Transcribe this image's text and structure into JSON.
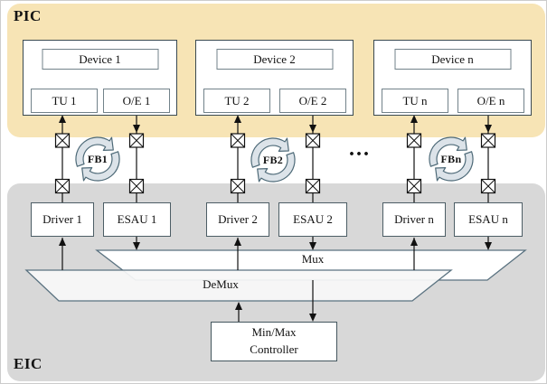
{
  "diagram": {
    "pic_label": "PIC",
    "eic_label": "EIC",
    "ellipsis": "...",
    "mux_label": "Mux",
    "demux_label": "DeMux",
    "controller_line1": "Min/Max",
    "controller_line2": "Controller",
    "channels": [
      {
        "device": "Device 1",
        "tu": "TU 1",
        "oe": "O/E 1",
        "fb": "FB1",
        "driver": "Driver 1",
        "esau": "ESAU 1"
      },
      {
        "device": "Device 2",
        "tu": "TU 2",
        "oe": "O/E 2",
        "fb": "FB2",
        "driver": "Driver 2",
        "esau": "ESAU 2"
      },
      {
        "device": "Device n",
        "tu": "TU n",
        "oe": "O/E n",
        "fb": "FBn",
        "driver": "Driver n",
        "esau": "ESAU n"
      }
    ],
    "colors": {
      "pic_bg": "#F7E4B5",
      "eic_bg": "#D8D8D8",
      "block_border": "#3A4A52",
      "box_border": "#72828A",
      "eic_box_border": "#4C5D65",
      "line": "#111111",
      "trapezoid_stroke": "#5A7280",
      "mux_fill": "#FFFFFF",
      "demux_fill": "#F7F8F8",
      "fb_fill": "#DCE3E9",
      "fb_stroke": "#4E6A78"
    }
  }
}
